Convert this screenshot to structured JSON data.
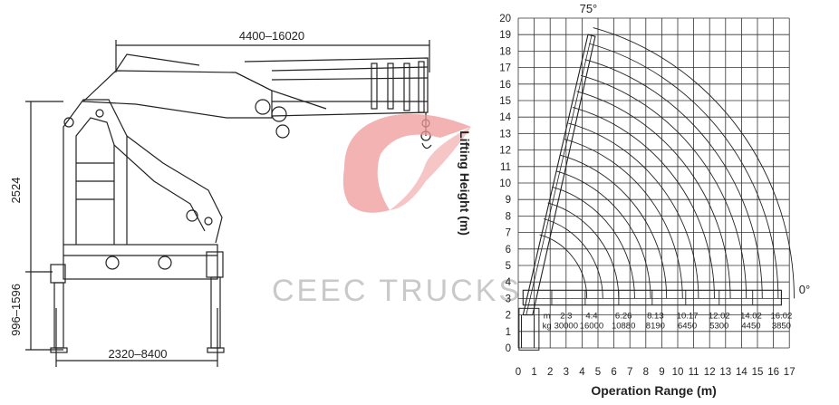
{
  "dimensions": {
    "top_span": "4400–16020",
    "height": "2524",
    "lower_height": "996–1596",
    "bottom_span": "2320–8400"
  },
  "watermark": "CEEC TRUCKS",
  "chart_data": {
    "type": "line",
    "title": "",
    "xlabel": "Operation Range (m)",
    "ylabel": "Lifting Height (m)",
    "x_ticks": [
      0,
      1,
      2,
      3,
      4,
      5,
      6,
      7,
      8,
      9,
      10,
      11,
      12,
      13,
      14,
      15,
      16,
      17
    ],
    "y_ticks": [
      0,
      1,
      2,
      3,
      4,
      5,
      6,
      7,
      8,
      9,
      10,
      11,
      12,
      13,
      14,
      15,
      16,
      17,
      18,
      19,
      20
    ],
    "xlim": [
      0,
      17
    ],
    "ylim": [
      0,
      20
    ],
    "grid": true,
    "angle_max": "75°",
    "angle_min": "0°",
    "table_header": {
      "range_unit": "m",
      "load_unit": "kg"
    },
    "load_table": [
      {
        "range": "2.3",
        "load": "30000"
      },
      {
        "range": "4.4",
        "load": "16000"
      },
      {
        "range": "6.26",
        "load": "10880"
      },
      {
        "range": "8.13",
        "load": "8190"
      },
      {
        "range": "10.17",
        "load": "6450"
      },
      {
        "range": "12.02",
        "load": "5300"
      },
      {
        "range": "14.02",
        "load": "4450"
      },
      {
        "range": "16.02",
        "load": "3850"
      }
    ],
    "arc_radii": [
      4,
      5,
      6,
      7,
      8,
      9,
      10,
      11,
      12,
      13,
      14,
      15,
      16,
      17
    ]
  }
}
